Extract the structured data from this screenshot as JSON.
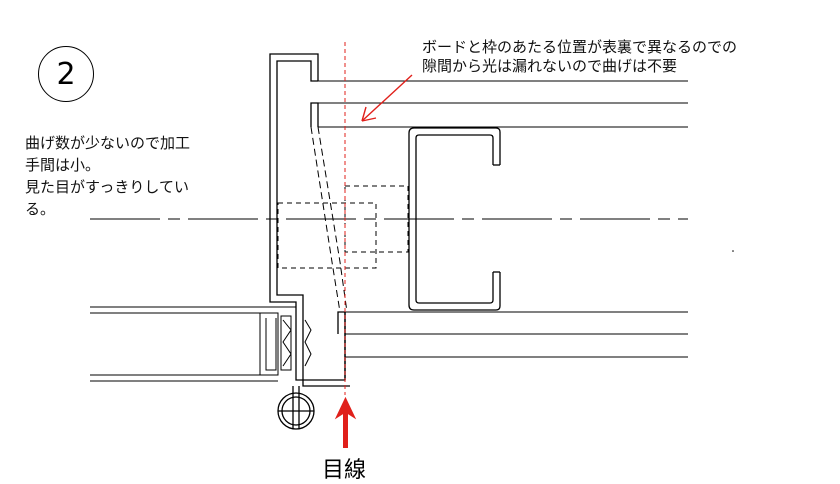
{
  "badge": {
    "number": "2"
  },
  "note_right": {
    "line1": "ボードと枠のあたる位置が表裏で異なるのでの",
    "line2": "隙間から光は漏れないので曲げは不要"
  },
  "note_left": {
    "line1": "曲げ数が少ないので加工",
    "line2": "手間は小。",
    "line3": "見た目がすっきりしてい",
    "line4": "る。"
  },
  "sightline_label": "目線",
  "colors": {
    "line": "#000000",
    "accent": "#e0201b",
    "dash": "#e0201b"
  }
}
